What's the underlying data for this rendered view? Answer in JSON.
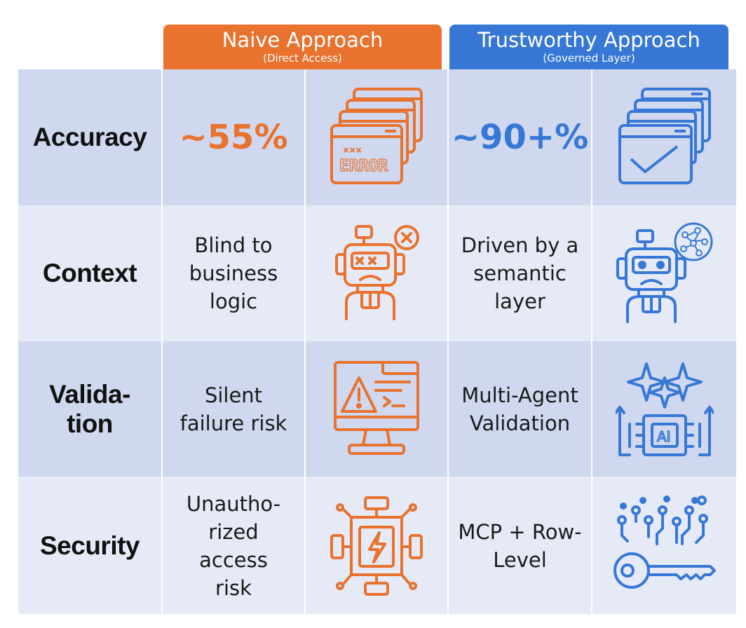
{
  "columns": {
    "naive": {
      "title": "Naive Approach",
      "subtitle": "(Direct Access)",
      "color": "#E8722E"
    },
    "trustworthy": {
      "title": "Trustworthy Approach",
      "subtitle": "(Governed Layer)",
      "color": "#3778D6"
    }
  },
  "rows": [
    {
      "criterion": "Accuracy",
      "naive": "~55%",
      "naive_icon": "error-window-stack-icon",
      "trustworthy": "~90+%",
      "trustworthy_icon": "check-window-stack-icon",
      "error_text": "ERROR",
      "error_marks": "×××"
    },
    {
      "criterion": "Context",
      "naive": "Blind to business logic",
      "naive_icon": "confused-robot-icon",
      "trustworthy": "Driven by a semantic layer",
      "trustworthy_icon": "network-robot-icon"
    },
    {
      "criterion": "Valida-tion",
      "naive": "Silent failure risk",
      "naive_icon": "warning-monitor-icon",
      "trustworthy": "Multi-Agent Validation",
      "trustworthy_icon": "ai-chip-sparkle-icon",
      "chip_label": "AI"
    },
    {
      "criterion": "Security",
      "naive": "Unautho-rized access risk",
      "naive_icon": "lightning-circuit-icon",
      "trustworthy": "MCP + Row-Level",
      "trustworthy_icon": "circuit-key-icon"
    }
  ]
}
